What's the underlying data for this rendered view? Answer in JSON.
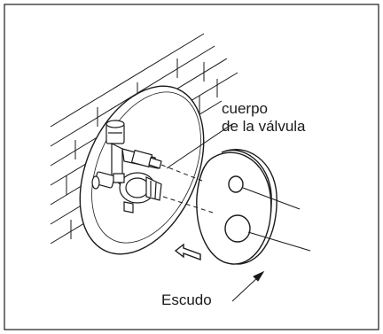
{
  "labels": {
    "valve_body_line1": "cuerpo",
    "valve_body_line2": "de la válvula",
    "escutcheon": "Escudo"
  },
  "colors": {
    "line": "#1a1a1a",
    "background": "#ffffff"
  }
}
